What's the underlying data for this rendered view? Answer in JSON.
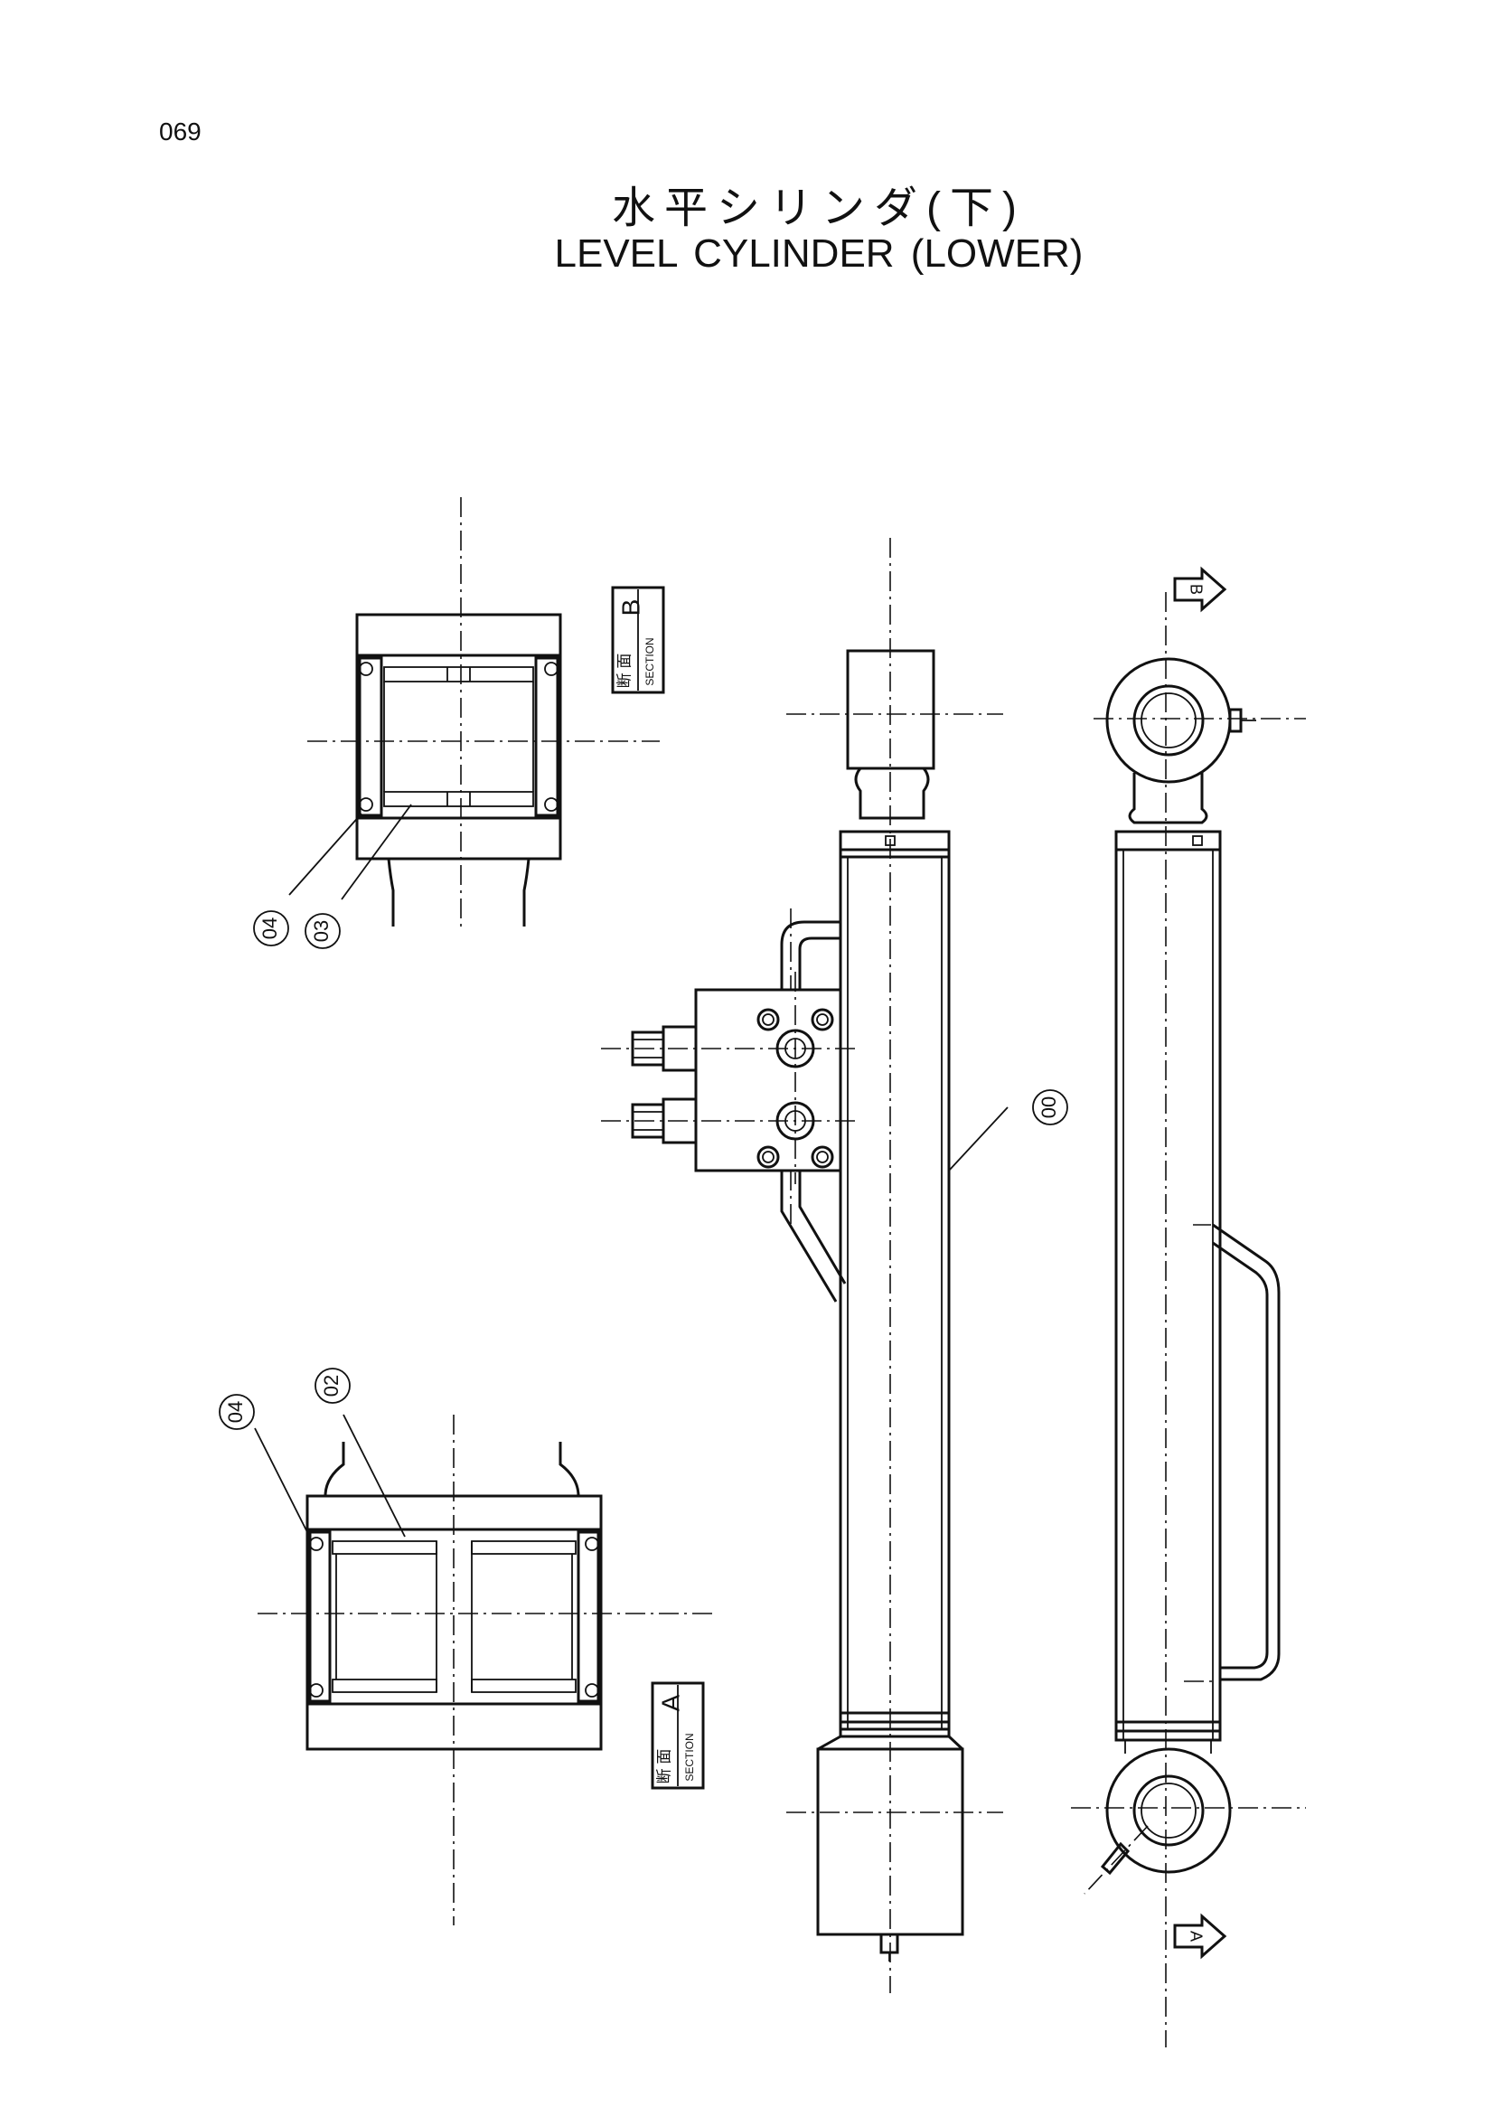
{
  "page_number": "069",
  "title_jp": "水平シリンダ(下)",
  "title_en": "LEVEL   CYLINDER (LOWER)",
  "sections": {
    "b": {
      "jp": "断 面",
      "en": "SECTION",
      "letter": "B"
    },
    "a": {
      "jp": "断 面",
      "en": "SECTION",
      "letter": "A"
    }
  },
  "callouts": {
    "c04_top": "04",
    "c03": "03",
    "c04_bottom": "04",
    "c02": "02",
    "c00": "00"
  },
  "view_arrows": {
    "b": "B",
    "a": "A"
  }
}
